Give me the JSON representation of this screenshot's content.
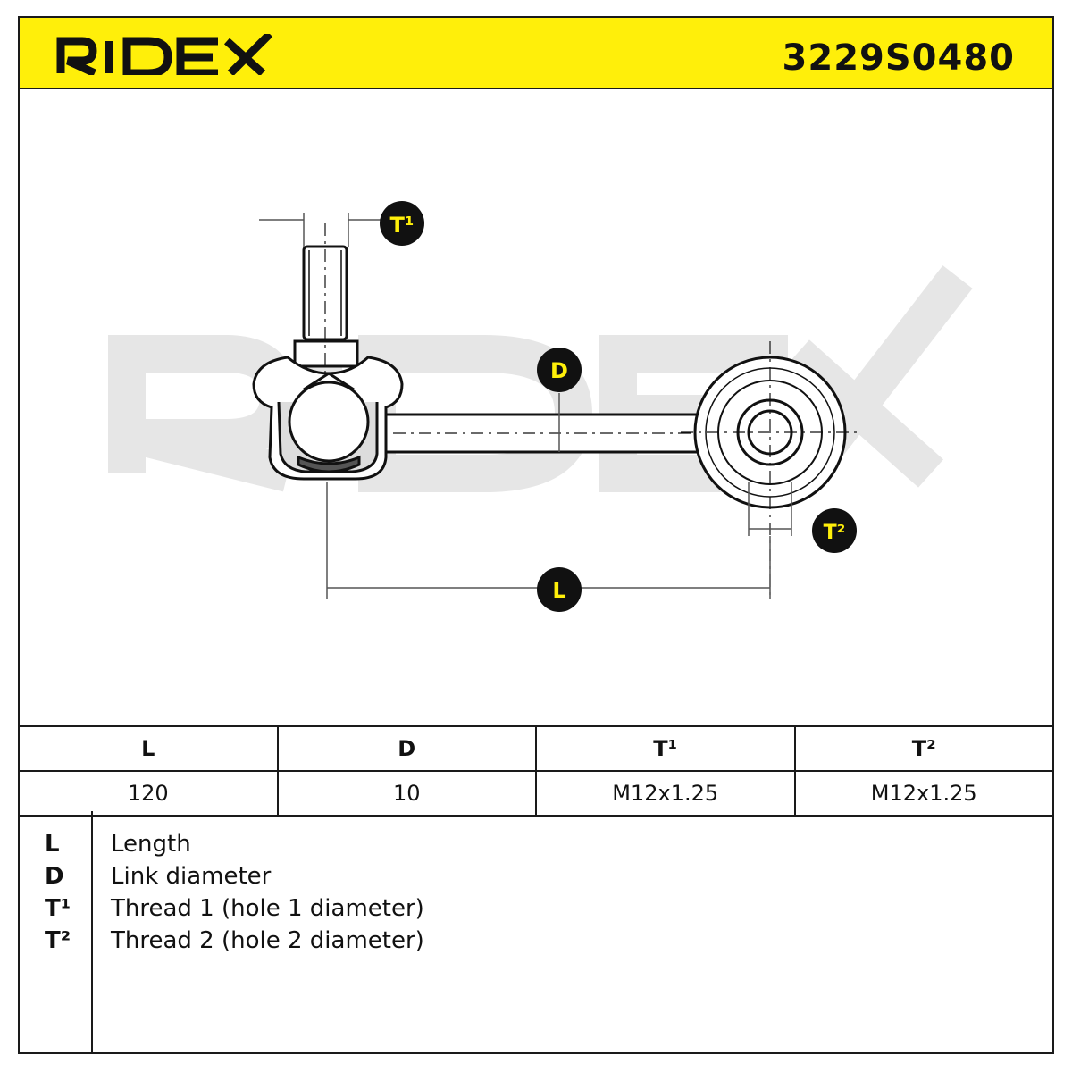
{
  "header": {
    "brand": "RIDEX",
    "part_number": "3229S0480",
    "background_color": "#ffef0a"
  },
  "drawing": {
    "watermark": "RIDEX",
    "callouts": {
      "t1": "T¹",
      "d": "D",
      "t2": "T²",
      "l": "L"
    },
    "callout_fill": "#111111",
    "callout_text_color": "#ffef0a"
  },
  "spec_table": {
    "headers": [
      "L",
      "D",
      "T¹",
      "T²"
    ],
    "values": [
      "120",
      "10",
      "M12x1.25",
      "M12x1.25"
    ]
  },
  "legend": [
    {
      "key": "L",
      "desc": "Length"
    },
    {
      "key": "D",
      "desc": "Link diameter"
    },
    {
      "key": "T¹",
      "desc": "Thread 1 (hole 1 diameter)"
    },
    {
      "key": "T²",
      "desc": "Thread 2 (hole 2 diameter)"
    }
  ]
}
